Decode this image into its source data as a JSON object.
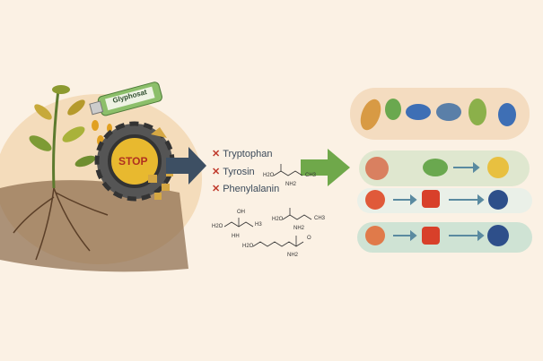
{
  "bottle_label": "Glyphosat",
  "stop_label": "STOP",
  "blocked_amino_acids": [
    "Tryptophan",
    "Tyrosin",
    "Phenylalanin"
  ],
  "chem_labels": {
    "m1": [
      "H2O",
      "NH2",
      "CH3"
    ],
    "m2": [
      "OH",
      "H2O",
      "HH",
      "H3"
    ],
    "m3": [
      "H2O",
      "NH2",
      "CH3"
    ],
    "m4": [
      "H2O",
      "NH2",
      "O"
    ]
  },
  "colors": {
    "background": "#fbf1e4",
    "cross": "#c0392b",
    "arrow_dark": "#3d4f63",
    "arrow_green": "#6fa84a"
  }
}
